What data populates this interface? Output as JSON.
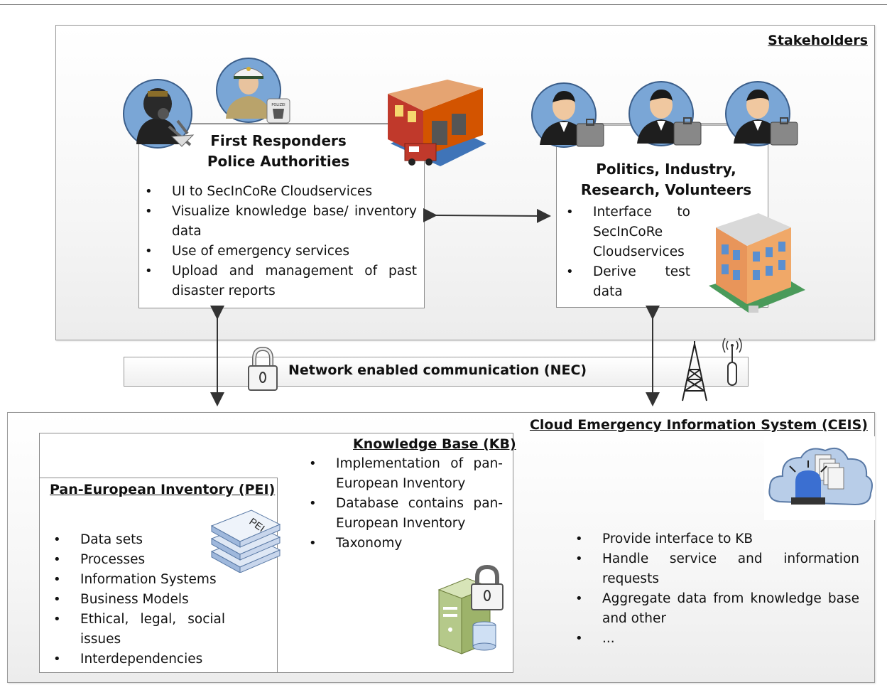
{
  "stakeholders": {
    "heading": "Stakeholders",
    "first_responders": {
      "title_line1": "First Responders",
      "title_line2": "Police Authorities",
      "items": [
        "UI to SecInCoRe Cloudservices",
        "Visualize knowledge base/ inventory data",
        "Use of emergency services",
        "Upload and management of past disaster reports"
      ]
    },
    "politics": {
      "title_line1": "Politics, Industry,",
      "title_line2": "Research, Volunteers",
      "items": [
        "Interface to SecInCoRe Cloudservices",
        "Derive test data"
      ]
    }
  },
  "nec": {
    "label": "Network enabled communication (NEC)"
  },
  "ceis": {
    "heading": "Cloud Emergency Information System (CEIS)",
    "items": [
      "Provide interface to KB",
      "Handle service and information requests",
      "Aggregate data  from knowledge base and other",
      "..."
    ],
    "knowledge_base": {
      "heading": "Knowledge Base (KB)",
      "items": [
        "Implementation of pan-European Inventory",
        "Database contains pan-European Inventory",
        "Taxonomy"
      ]
    },
    "pei": {
      "heading": "Pan-European Inventory (PEI)",
      "book_label": "PEI",
      "items": [
        "Data sets",
        "Processes",
        "Information Systems",
        "Business Models",
        "Ethical, legal, social issues",
        "Interdependencies"
      ]
    }
  },
  "police_badge_text": "POLIZEI",
  "colors": {
    "avatar_blue": "#7aa6d6",
    "building_red": "#c0392b",
    "cloud_blue": "#b8cde8",
    "server_green": "#b5c98a"
  }
}
